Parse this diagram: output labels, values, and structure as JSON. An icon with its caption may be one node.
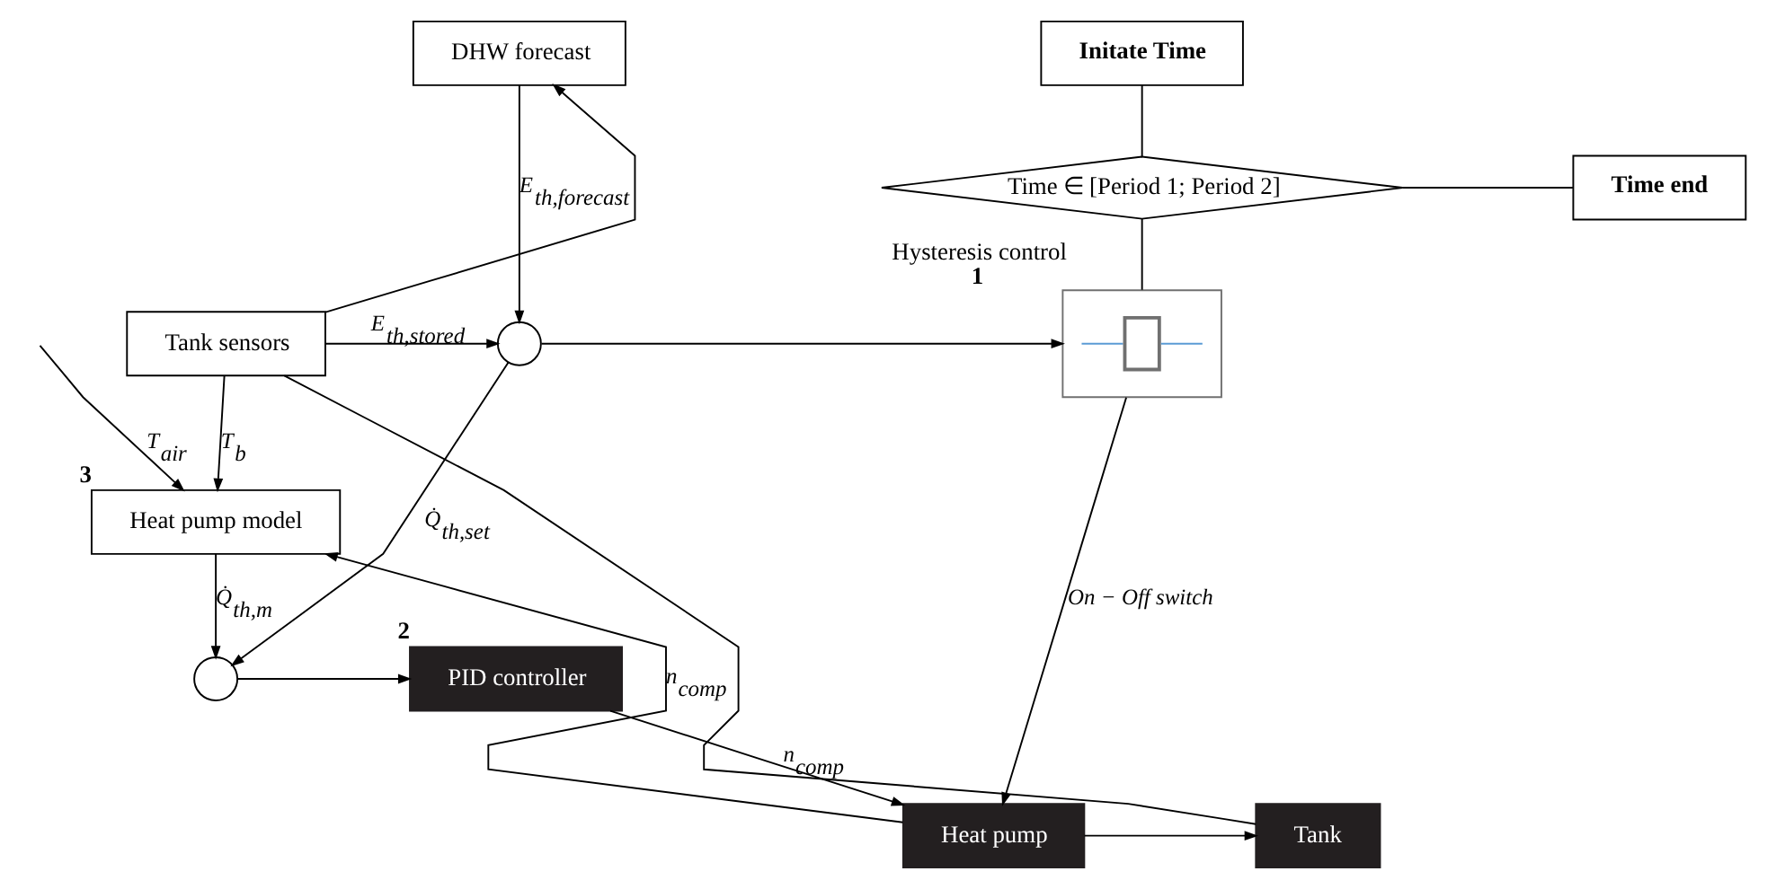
{
  "diagram": {
    "nodes": [
      {
        "text": [
          "DHW forecast"
        ]
      },
      {
        "text": [
          "Initate Time"
        ]
      },
      {
        "text": [
          "Time ∈ [Period 1; Period 2]"
        ]
      },
      {
        "text": [
          "Time end"
        ]
      },
      {
        "text": [
          "Tank sensors"
        ]
      },
      {
        "text": [],
        "shape": "circle"
      },
      {
        "text": [],
        "shape": "picture",
        "beside": [
          "Hysteresis control",
          "1"
        ]
      },
      {
        "text": [
          "Heat pump model"
        ],
        "beside": [
          "3"
        ]
      },
      {
        "text": [],
        "shape": "circle"
      },
      {
        "text": [
          "PID controller"
        ],
        "beside": [
          "2"
        ]
      },
      {
        "text": [
          "Tank"
        ]
      },
      {
        "text": [
          "Heat pump"
        ]
      }
    ],
    "edges": [
      {
        "from": 4,
        "to": 0,
        "arrow": "to"
      },
      {
        "from": 0,
        "to": 5,
        "arrow": "to",
        "label": "E$_{th,forecast}$"
      },
      {
        "from": 4,
        "to": 5,
        "arrow": "to",
        "label": "E$_{th,stored}$"
      },
      {
        "from": 4,
        "to": 7,
        "arrow": "to",
        "label": "T$_{b}$"
      },
      {
        "from": null,
        "to": 7,
        "arrow": "to",
        "label": "T$_{air}$"
      },
      {
        "from": 1,
        "to": 2,
        "arrow": "none"
      },
      {
        "from": 2,
        "to": 3,
        "arrow": "none"
      },
      {
        "from": 2,
        "to": 6,
        "arrow": "none"
      },
      {
        "from": 5,
        "to": 6,
        "arrow": "to"
      },
      {
        "from": 5,
        "to": 8,
        "arrow": "to",
        "label": "Q̇$_{th,set}$"
      },
      {
        "from": 7,
        "to": 8,
        "arrow": "to",
        "label": "Q̇$_{th,m}$"
      },
      {
        "from": 8,
        "to": 9,
        "arrow": "to"
      },
      {
        "from": 9,
        "to": 11,
        "arrow": "to",
        "label": "n$_{comp}$"
      },
      {
        "from": 6,
        "to": 11,
        "arrow": "to",
        "label": "On − Off switch"
      },
      {
        "from": 11,
        "to": 10,
        "arrow": "to"
      },
      {
        "from": 11,
        "to": 7,
        "arrow": "to",
        "label": "n$_{comp}$"
      },
      {
        "from": 10,
        "to": 4,
        "arrow": "none"
      }
    ]
  }
}
